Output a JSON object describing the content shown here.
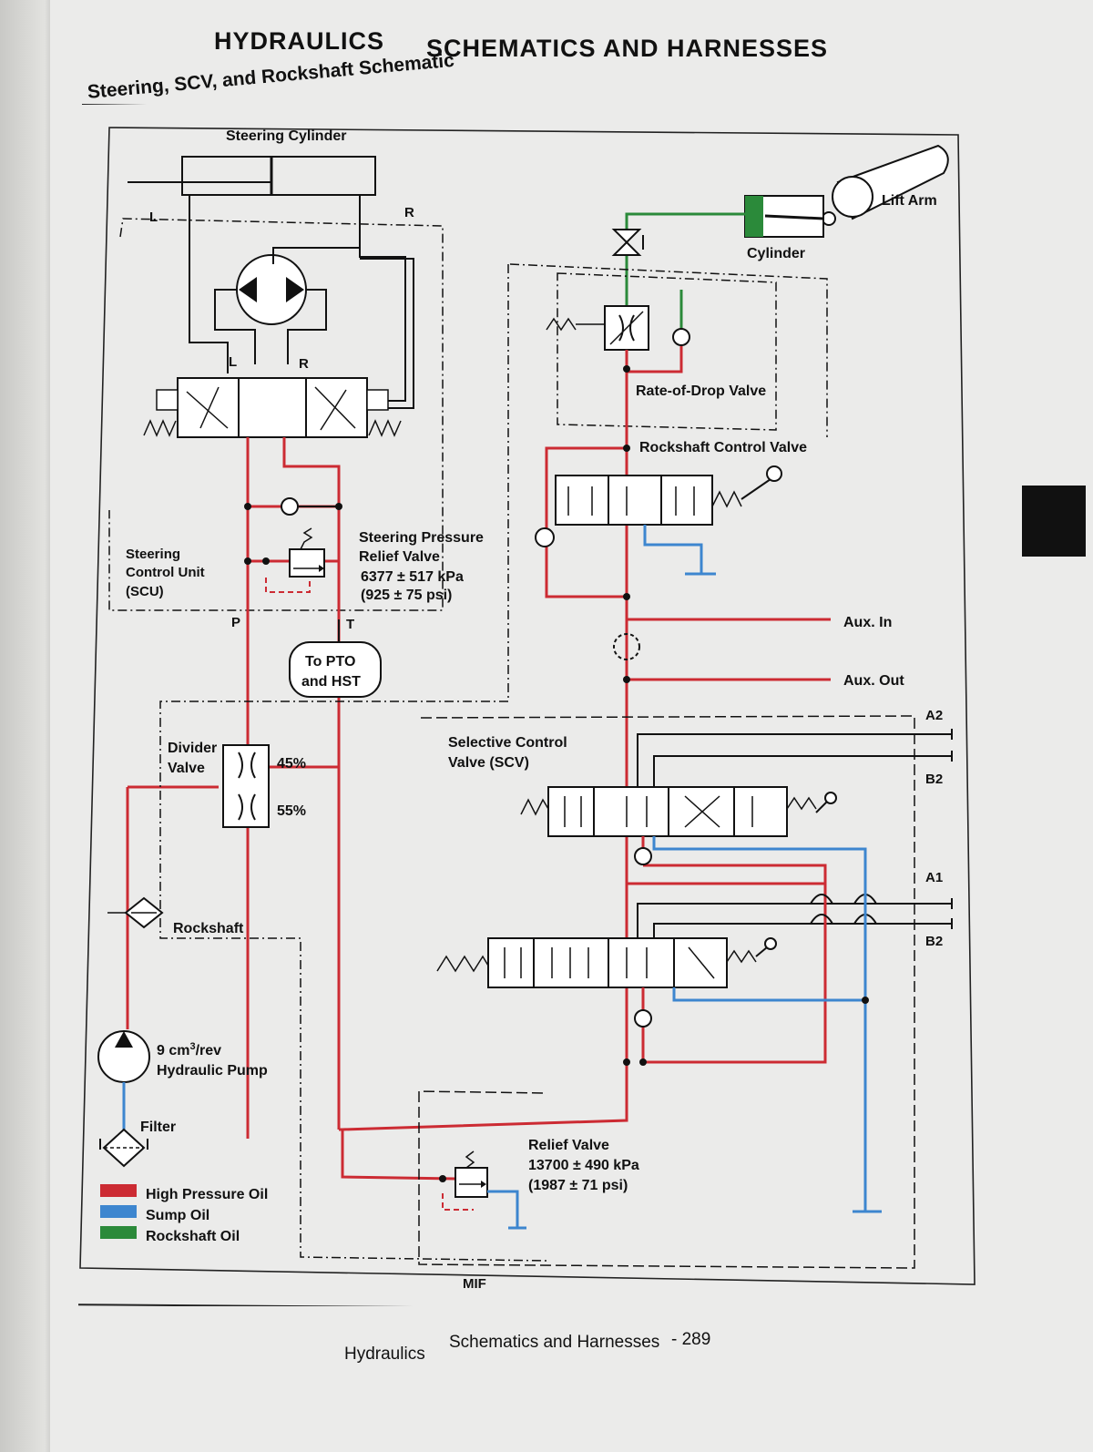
{
  "header": {
    "section": "HYDRAULICS",
    "chapter": "SCHEMATICS AND HARNESSES",
    "subtitle": "Steering, SCV, and Rockshaft Schematic"
  },
  "diagram": {
    "steering_cylinder": "Steering Cylinder",
    "port_l": "L",
    "port_r": "R",
    "scu_port_l": "L",
    "scu_port_r": "R",
    "scu_line1": "Steering",
    "scu_line2": "Control Unit",
    "scu_line3": "(SCU)",
    "port_p": "P",
    "port_t": "T",
    "relief1_line1": "Steering Pressure",
    "relief1_line2": "Relief Valve",
    "relief1_line3": "6377 ± 517 kPa",
    "relief1_line4": "(925 ± 75 psi)",
    "to_pto_line1": "To PTO",
    "to_pto_line2": "and HST",
    "lift_arm": "Lift Arm",
    "cylinder": "Cylinder",
    "rate_of_drop": "Rate-of-Drop Valve",
    "rockshaft_control": "Rockshaft Control Valve",
    "aux_in": "Aux. In",
    "aux_out": "Aux. Out",
    "a2": "A2",
    "b2_top": "B2",
    "a1": "A1",
    "b2_bottom": "B2",
    "scv_line1": "Selective Control",
    "scv_line2": "Valve (SCV)",
    "divider_line1": "Divider",
    "divider_line2": "Valve",
    "pct_45": "45%",
    "pct_55": "55%",
    "rockshaft": "Rockshaft",
    "pump_disp_value": "9 cm",
    "pump_disp_sup": "3",
    "pump_disp_unit": "/rev",
    "pump_name": "Hydraulic Pump",
    "filter": "Filter",
    "relief2_line1": "Relief Valve",
    "relief2_line2": "13700 ± 490 kPa",
    "relief2_line3": "(1987 ± 71 psi)",
    "mif": "MIF"
  },
  "legend": [
    {
      "label": "High Pressure Oil",
      "color": "#cc2b33"
    },
    {
      "label": "Sump Oil",
      "color": "#3d86cf"
    },
    {
      "label": "Rockshaft Oil",
      "color": "#2b8a3a"
    }
  ],
  "footer": {
    "section": "Hydraulics",
    "chapter": "Schematics and Harnesses",
    "page": "- 289"
  },
  "colors": {
    "high_pressure": "#cc2b33",
    "sump": "#3d86cf",
    "rockshaft_oil": "#2b8a3a",
    "tab": "#111111"
  }
}
